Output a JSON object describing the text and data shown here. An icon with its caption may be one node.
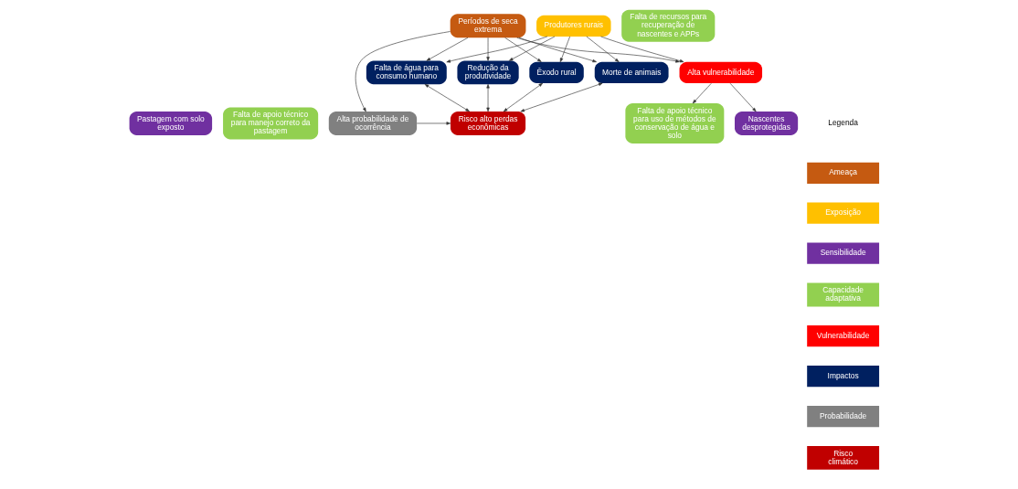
{
  "diagram": {
    "nodes": [
      {
        "text": [
          "Pastagem com solo exposto"
        ]
      },
      {
        "text": [
          "Falta de apoio técnico para manejo correto da pastagem"
        ]
      },
      {
        "text": [
          "Falta de apoio técnico para uso de métodos de conservação de água e solo"
        ]
      },
      {
        "text": [
          "Períodos de seca extrema"
        ]
      },
      {
        "text": [
          "Nascentes desprotegidas"
        ]
      },
      {
        "text": [
          "Falta de recursos para recuperação de nascentes e APPs"
        ]
      },
      {
        "text": [
          "Produtores rurais"
        ]
      },
      {
        "text": [
          "Alta vulnerabilidade"
        ]
      },
      {
        "text": [
          "Morte de animais"
        ]
      },
      {
        "text": [
          "Falta de água para consumo humano"
        ]
      },
      {
        "text": [
          "Redução da produtividade"
        ]
      },
      {
        "text": [
          "Êxodo rural"
        ]
      },
      {
        "text": [
          "Alta probabilidade de ocorrência"
        ]
      },
      {
        "text": [
          "Risco alto perdas econômicas"
        ]
      }
    ],
    "edges": [
      {
        "from": 3,
        "to": 12,
        "arrow": "to"
      },
      {
        "from": 3,
        "to": 7,
        "arrow": "to"
      },
      {
        "from": 6,
        "to": 7,
        "arrow": "to"
      },
      {
        "from": 3,
        "to": 8,
        "arrow": "to"
      },
      {
        "from": 3,
        "to": 9,
        "arrow": "to"
      },
      {
        "from": 3,
        "to": 10,
        "arrow": "to"
      },
      {
        "from": 3,
        "to": 11,
        "arrow": "to"
      },
      {
        "from": 6,
        "to": 8,
        "arrow": "to"
      },
      {
        "from": 6,
        "to": 9,
        "arrow": "to"
      },
      {
        "from": 6,
        "to": 10,
        "arrow": "to"
      },
      {
        "from": 6,
        "to": 11,
        "arrow": "to"
      },
      {
        "from": 7,
        "to": 4,
        "arrow": "to"
      },
      {
        "from": 7,
        "to": 2,
        "arrow": "to"
      },
      {
        "from": 8,
        "to": 13,
        "arrow": "both"
      },
      {
        "from": 9,
        "to": 13,
        "arrow": "both"
      },
      {
        "from": 10,
        "to": 13,
        "arrow": "both"
      },
      {
        "from": 11,
        "to": 13,
        "arrow": "both"
      },
      {
        "from": 12,
        "to": 13,
        "arrow": "to"
      }
    ],
    "labels": [
      "Legenda"
    ],
    "legend": [
      {
        "text": "Ameaça",
        "color": "#c55a11"
      },
      {
        "text": "Exposição",
        "color": "#ffc000"
      },
      {
        "text": "Sensibilidade",
        "color": "#7030a0"
      },
      {
        "text": "Capacidade adaptativa",
        "color": "#92d050"
      },
      {
        "text": "Vulnerabilidade",
        "color": "#ff0000"
      },
      {
        "text": "Impactos",
        "color": "#002060"
      },
      {
        "text": "Probabilidade",
        "color": "#808080"
      },
      {
        "text": "Risco climático",
        "color": "#c00000"
      }
    ]
  }
}
